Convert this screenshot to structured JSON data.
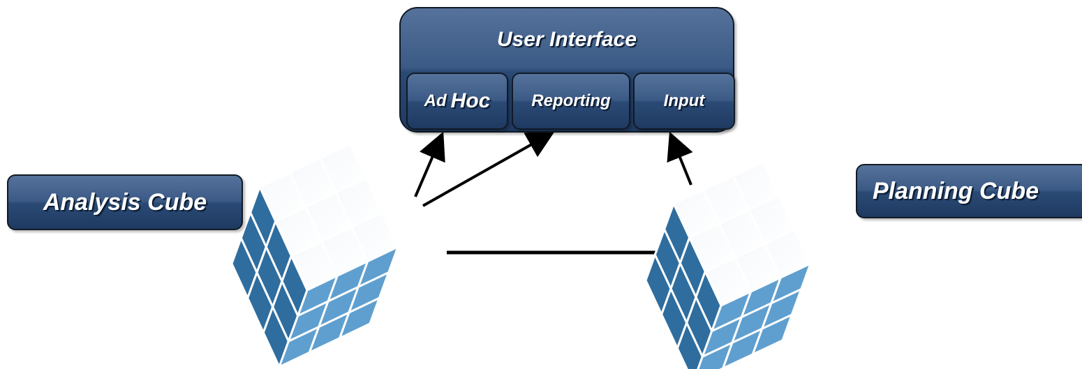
{
  "user_interface": {
    "title": "User Interface",
    "modules": {
      "adhoc_ad": "Ad",
      "adhoc_hoc": "Hoc",
      "reporting": "Reporting",
      "input": "Input"
    }
  },
  "cubes": {
    "analysis_label": "Analysis Cube",
    "planning_label": "Planning Cube"
  },
  "colors": {
    "box_dark": "#1f3a61",
    "cube_dark": "#2f6d9e",
    "cube_light": "#5f9fcf",
    "arrow": "#000000"
  }
}
